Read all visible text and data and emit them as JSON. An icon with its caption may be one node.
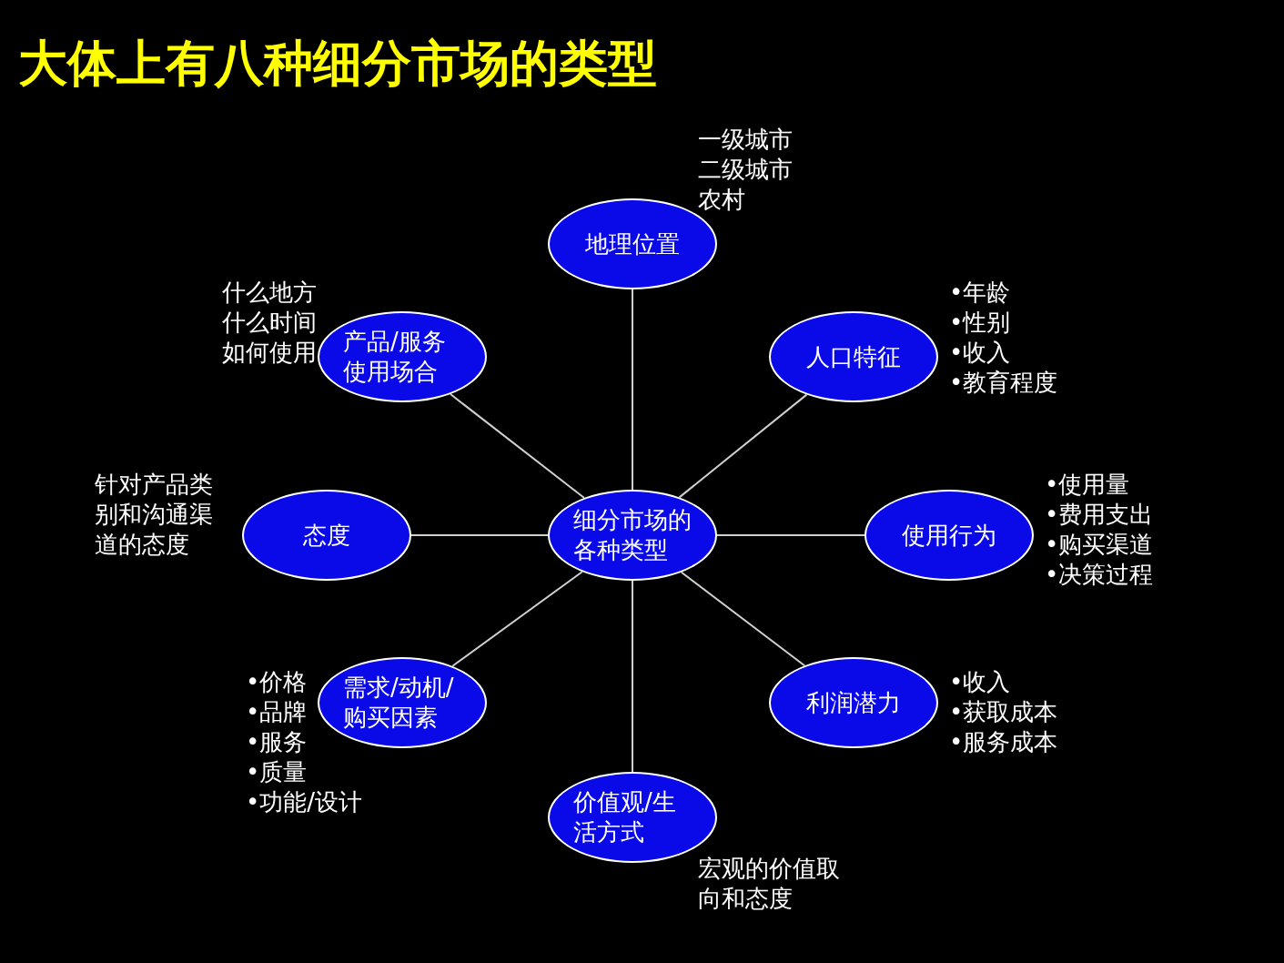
{
  "diagram": {
    "title": "大体上有八种细分市场的类型",
    "nodes": [
      {
        "text": [
          "地理位置"
        ],
        "beside": [
          "一级城市",
          "二级城市",
          "农村"
        ]
      },
      {
        "text": [
          "产品/服务使用场合"
        ],
        "beside": [
          "什么地方",
          "什么时间",
          "如何使用"
        ]
      },
      {
        "text": [
          "人口特征"
        ],
        "beside": [
          "•年龄",
          "•性别",
          "•收入",
          "•教育程度"
        ]
      },
      {
        "text": [
          "态度"
        ],
        "beside": [
          "针对产品类别和沟通渠道的态度"
        ]
      },
      {
        "text": [
          "细分市场的各种类型"
        ]
      },
      {
        "text": [
          "使用行为"
        ],
        "beside": [
          "•使用量",
          "•费用支出",
          "•购买渠道",
          "•决策过程"
        ]
      },
      {
        "text": [
          "需求/动机/购买因素"
        ],
        "beside": [
          "•价格",
          "•品牌",
          "•服务",
          "•质量",
          "•功能/设计"
        ]
      },
      {
        "text": [
          "利润潜力"
        ],
        "beside": [
          "•收入",
          "•获取成本",
          "•服务成本"
        ]
      },
      {
        "text": [
          "价值观/生活方式"
        ],
        "beside": [
          "宏观的价值取向和态度"
        ]
      }
    ],
    "edges": [
      {
        "from": 4,
        "to": 0,
        "arrow": "none"
      },
      {
        "from": 4,
        "to": 1,
        "arrow": "none"
      },
      {
        "from": 4,
        "to": 2,
        "arrow": "none"
      },
      {
        "from": 4,
        "to": 3,
        "arrow": "none"
      },
      {
        "from": 4,
        "to": 5,
        "arrow": "none"
      },
      {
        "from": 4,
        "to": 6,
        "arrow": "none"
      },
      {
        "from": 4,
        "to": 7,
        "arrow": "none"
      },
      {
        "from": 4,
        "to": 8,
        "arrow": "none"
      }
    ]
  }
}
